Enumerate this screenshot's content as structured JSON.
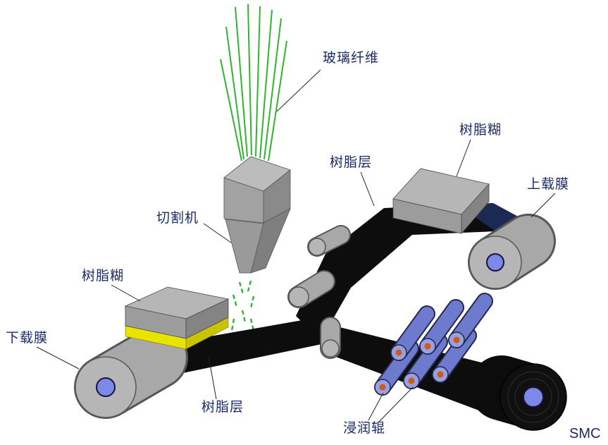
{
  "labels": {
    "glass_fiber": "玻璃纤维",
    "cutter": "切割机",
    "resin_layer_top": "树脂层",
    "resin_paste_top": "树脂糊",
    "upper_film": "上载膜",
    "resin_paste_left": "树脂糊",
    "lower_film": "下载膜",
    "resin_layer_bottom": "树脂层",
    "impregnation_roller": "浸润辊",
    "smc": "SMC"
  },
  "colors": {
    "fiber_green": "#2db52d",
    "belt_black": "#0d0d0d",
    "film_navy": "#1b2a52",
    "resin_yellow": "#e8e400",
    "roller_blue": "#6e7ace",
    "core_blue": "#7d88e8",
    "dot_orange": "#cf5a10",
    "machine_gray": "#a8a8a8",
    "label_text": "#1b2a66"
  }
}
